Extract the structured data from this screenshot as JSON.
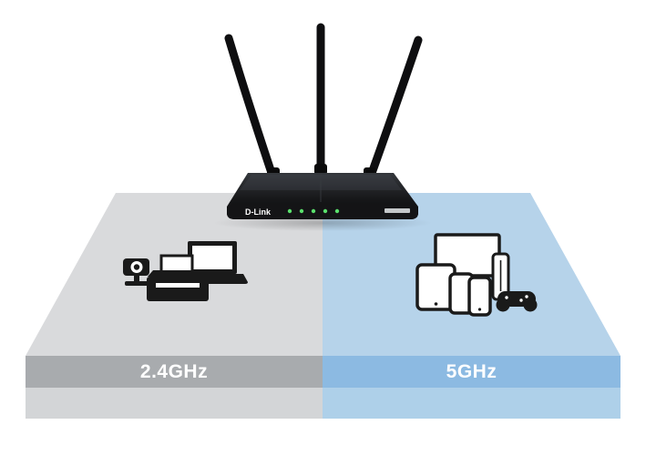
{
  "platform": {
    "left": {
      "label": "2.4GHz",
      "top_color": "#d9dadc",
      "band_color": "#a8abae",
      "base_color": "#d3d5d7",
      "devices": [
        "security-camera",
        "printer",
        "laptop"
      ]
    },
    "right": {
      "label": "5GHz",
      "top_color": "#b6d3ea",
      "band_color": "#8cbae2",
      "base_color": "#aed0e9",
      "devices": [
        "tv",
        "game-console",
        "tablet",
        "smartphone",
        "smartphone",
        "game-controller"
      ]
    },
    "label_text_color": "#ffffff"
  },
  "router": {
    "brand": "D-Link",
    "body_color": "#121214",
    "led_color": "#5ae06c",
    "antenna_count": 3
  },
  "background_color": "#ffffff"
}
